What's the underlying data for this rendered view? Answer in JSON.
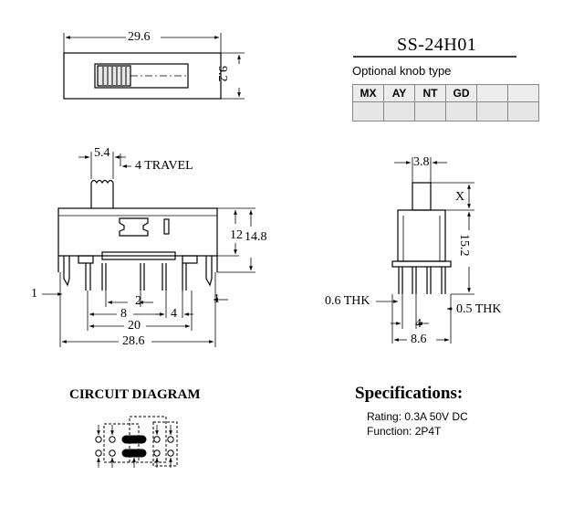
{
  "part_number": "SS-24H01",
  "top_view": {
    "length": "29.6",
    "height": "9.2"
  },
  "knob": {
    "label": "Optional knob type",
    "types": [
      "MX",
      "AY",
      "NT",
      "GD",
      "",
      ""
    ]
  },
  "front_view": {
    "knob_width": "5.4",
    "travel": "4 TRAVEL",
    "height_12": "12",
    "height_148": "14.8",
    "left_1": "1",
    "right_1": "1",
    "pin_2": "2",
    "pin_8": "8",
    "pin_4": "4",
    "span_20": "20",
    "overall": "28.6"
  },
  "side_view": {
    "knob": "3.8",
    "x": "X",
    "height": "15.2",
    "thk_left": "0.6 THK",
    "thk_right": "0.5 THK",
    "pitch": "4",
    "width": "8.6"
  },
  "circuit": {
    "title": "CIRCUIT DIAGRAM"
  },
  "specs": {
    "title": "Specifications:",
    "rating": "Rating: 0.3A 50V DC",
    "function": "Function: 2P4T"
  }
}
